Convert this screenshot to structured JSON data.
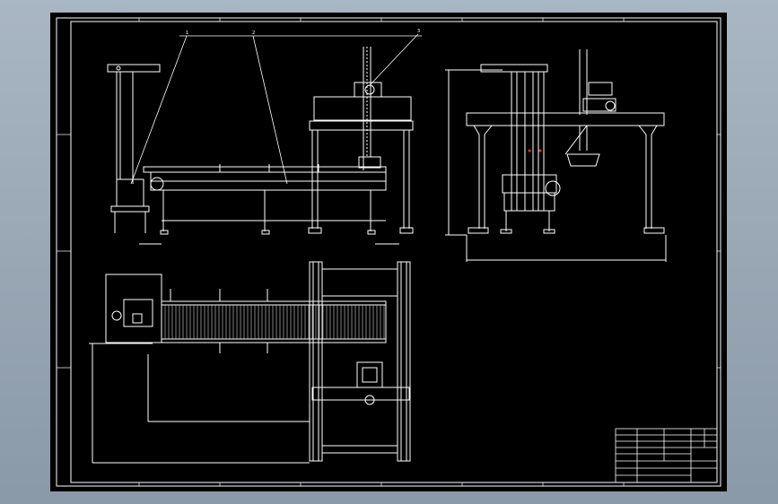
{
  "viewer": {
    "background_color": "#97a6b5",
    "sheet_color": "#000000",
    "line_color": "#ffffff",
    "accent_color": "#ff2a2a"
  },
  "drawing": {
    "leaders": [
      "1",
      "2",
      "3"
    ],
    "dimensions": {
      "front_base_width": "",
      "side_height": "",
      "side_base_width": "",
      "plan_width": "",
      "plan_depth": ""
    },
    "notes": [],
    "title_block": {
      "cells": []
    }
  }
}
